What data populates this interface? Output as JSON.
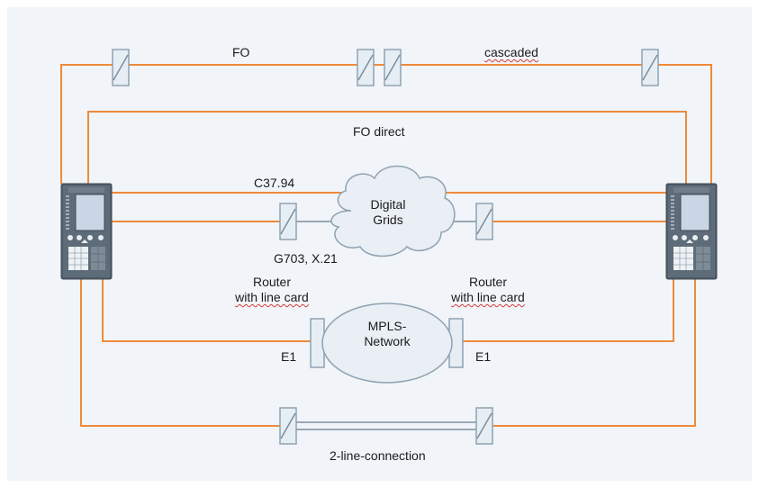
{
  "labels": {
    "fo": "FO",
    "cascaded": "cascaded",
    "fo_direct": "FO direct",
    "c3794": "C37.94",
    "digital_grids_line1": "Digital",
    "digital_grids_line2": "Grids",
    "g703": "G703, X.21",
    "router_left_line1": "Router",
    "router_left_line2": "with line card",
    "router_right_line1": "Router",
    "router_right_line2": "with line card",
    "mpls_line1": "MPLS-",
    "mpls_line2": "Network",
    "e1_left": "E1",
    "e1_right": "E1",
    "two_line": "2-line-connection"
  },
  "colors": {
    "background": "#f1f5f9",
    "line": "#ee8a3a",
    "link_gray": "#9aa8b4",
    "converter_fill": "#e6eef4",
    "converter_stroke": "#8fa2b1",
    "cloud_fill": "#e9eff5",
    "cloud_stroke": "#8fa2b1",
    "device_body": "#4f5c69"
  },
  "icons": {
    "converter": "media-converter-icon",
    "device": "protection-relay-icon",
    "cloud": "cloud-icon"
  }
}
